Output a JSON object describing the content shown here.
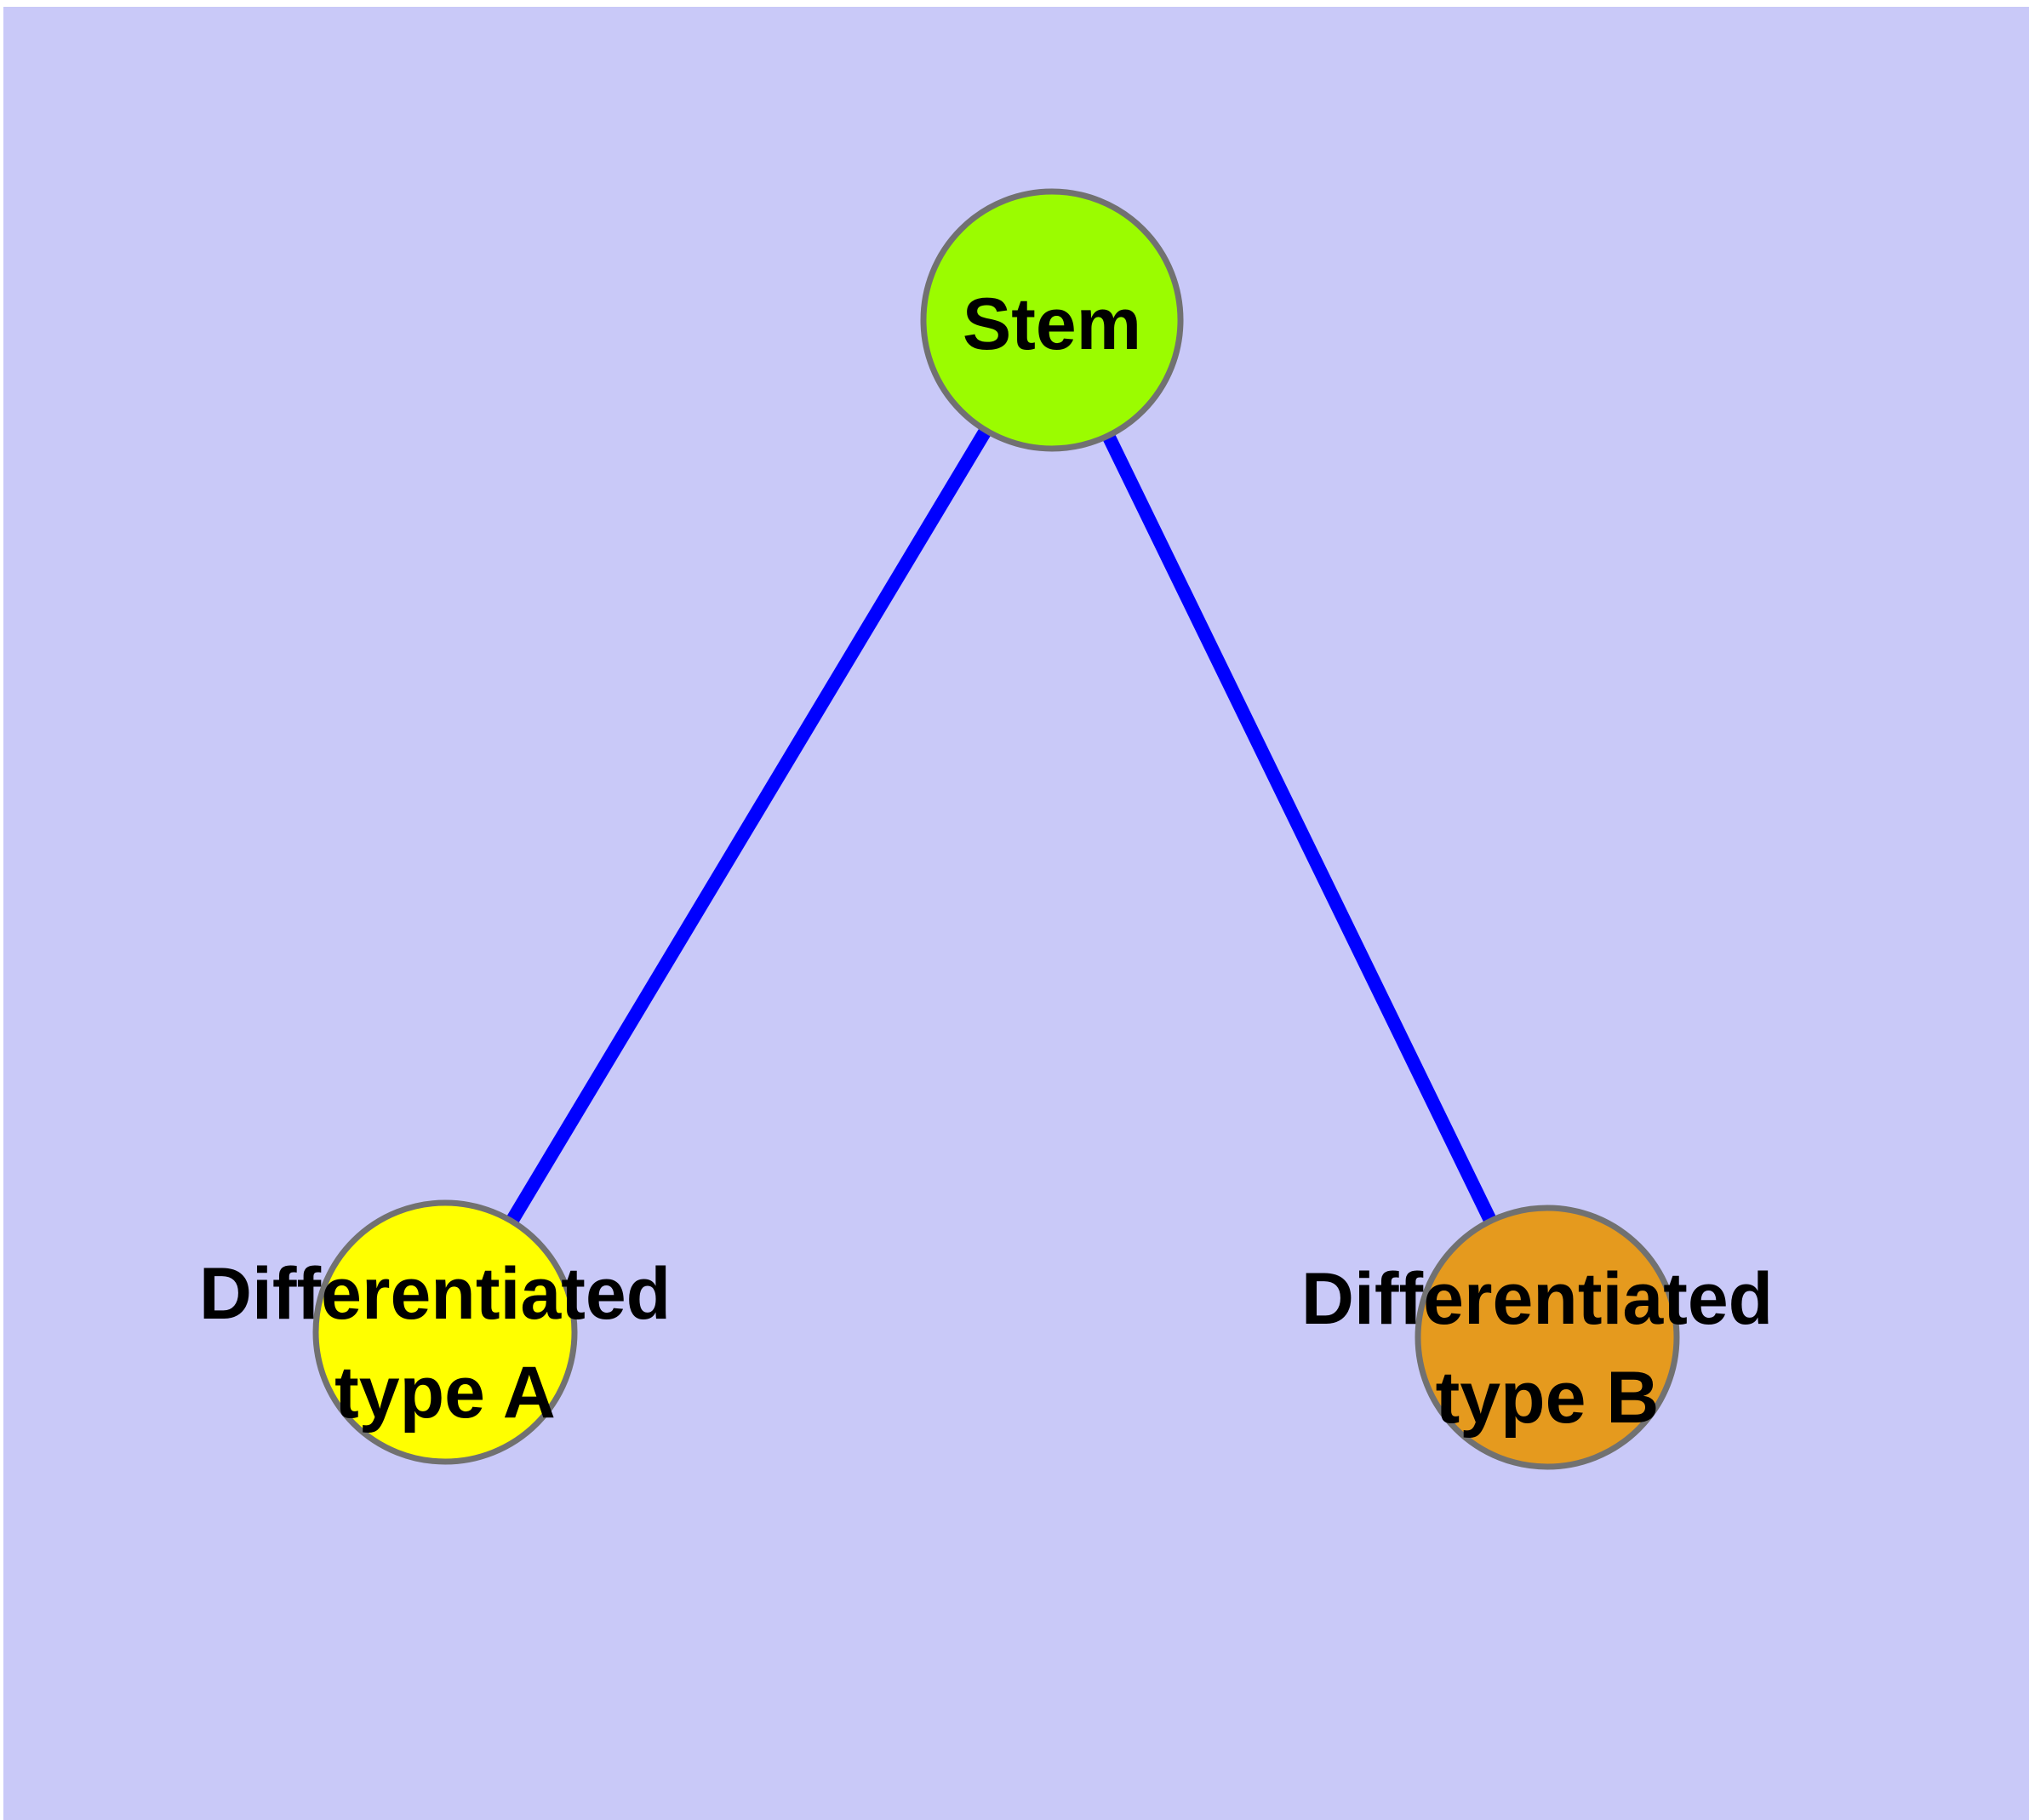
{
  "graph": {
    "colors": {
      "page_margin": "#FFFFFF",
      "canvas_background": "#C9C9F8",
      "edge": "#0000FF",
      "node_border": "#717171",
      "label_text": "#000000"
    },
    "nodes": [
      {
        "id": "stem",
        "label": "Stem",
        "fill": "#9BFC00"
      },
      {
        "id": "differentiated-type-a",
        "label": "Differentiated type A",
        "label_line1": "Differentiated",
        "label_line2": "type A",
        "fill": "#FFFF00"
      },
      {
        "id": "differentiated-type-b",
        "label": "Differentiated type B",
        "label_line1": "Differentiated",
        "label_line2": "type B",
        "fill": "#E59A1E"
      }
    ],
    "edges": [
      {
        "from": "stem",
        "to": "differentiated-type-a"
      },
      {
        "from": "stem",
        "to": "differentiated-type-b"
      }
    ]
  }
}
